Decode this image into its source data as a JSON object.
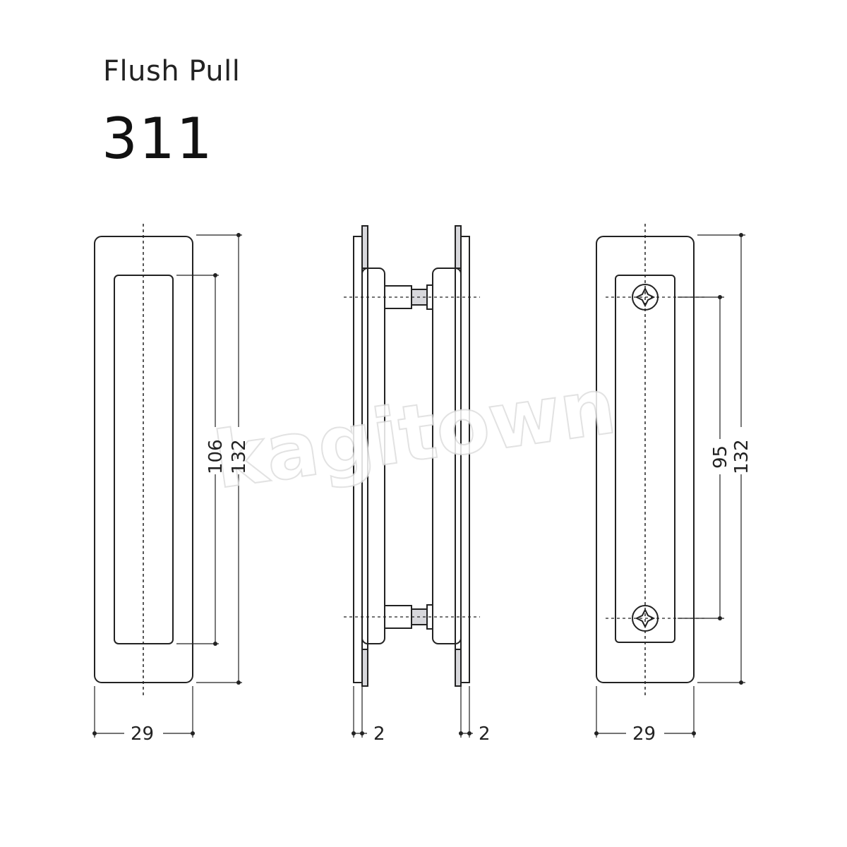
{
  "header": {
    "product_type": "Flush Pull",
    "model_number": "311"
  },
  "watermark": "kagitown",
  "dimensions": {
    "front_inner_height": "106",
    "front_outer_height": "132",
    "front_width": "29",
    "side_left_plate": "2",
    "side_right_plate": "2",
    "back_screw_pitch": "95",
    "back_outer_height": "132",
    "back_width": "29"
  },
  "colors": {
    "line": "#222222",
    "plate_fill": "#d8d8dc"
  }
}
